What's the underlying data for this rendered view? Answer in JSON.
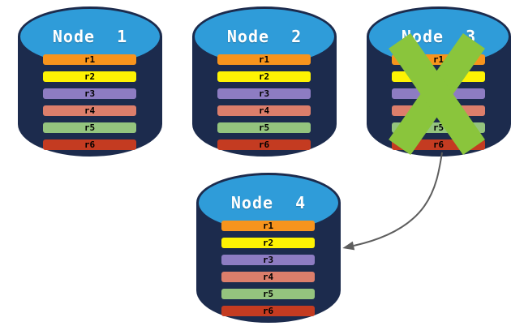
{
  "colors": {
    "cylinder_body": "#1C2B4D",
    "cylinder_top": "#2F9CD9",
    "failure_x": "#8AC53C",
    "arrow": "#5E5E5E"
  },
  "records": [
    {
      "label": "r1",
      "color": "#F7941D"
    },
    {
      "label": "r2",
      "color": "#FDF303"
    },
    {
      "label": "r3",
      "color": "#8D7CC2"
    },
    {
      "label": "r4",
      "color": "#DC7E6B"
    },
    {
      "label": "r5",
      "color": "#94C47E"
    },
    {
      "label": "r6",
      "color": "#C43B21"
    }
  ],
  "nodes": [
    {
      "label": "Node 1",
      "status": "active"
    },
    {
      "label": "Node 2",
      "status": "active"
    },
    {
      "label": "Node 3",
      "status": "failed"
    },
    {
      "label": "Node 4",
      "status": "active"
    }
  ],
  "arrow": {
    "from": "Node 3",
    "to": "Node 4"
  }
}
